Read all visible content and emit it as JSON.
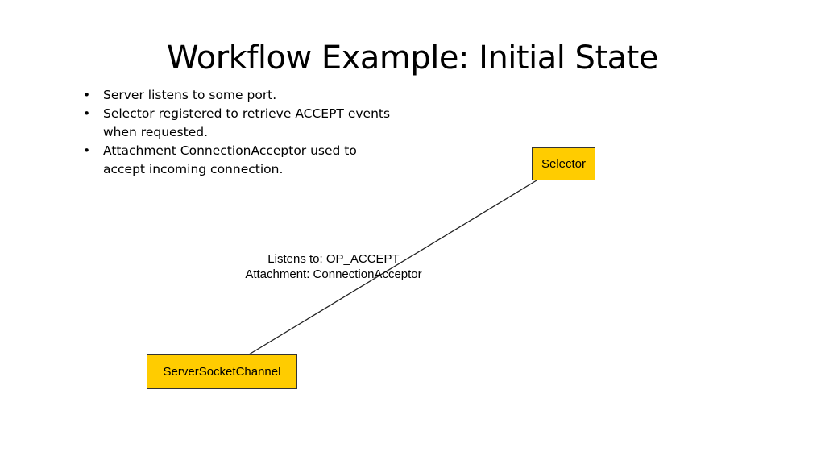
{
  "slide": {
    "title": "Workflow Example: Initial State",
    "bullets": [
      "Server listens to some port.",
      "Selector registered to retrieve ACCEPT events when requested.",
      "Attachment ConnectionAcceptor used to accept incoming connection."
    ],
    "bullet_symbol": "•"
  },
  "diagram": {
    "nodes": {
      "selector": {
        "label": "Selector"
      },
      "server_socket_channel": {
        "label": "ServerSocketChannel"
      }
    },
    "edge": {
      "line1": "Listens to: OP_ACCEPT",
      "line2": "Attachment: ConnectionAcceptor"
    },
    "colors": {
      "node_fill": "#ffcc00",
      "node_border": "#333333",
      "edge_line": "#222222"
    }
  }
}
